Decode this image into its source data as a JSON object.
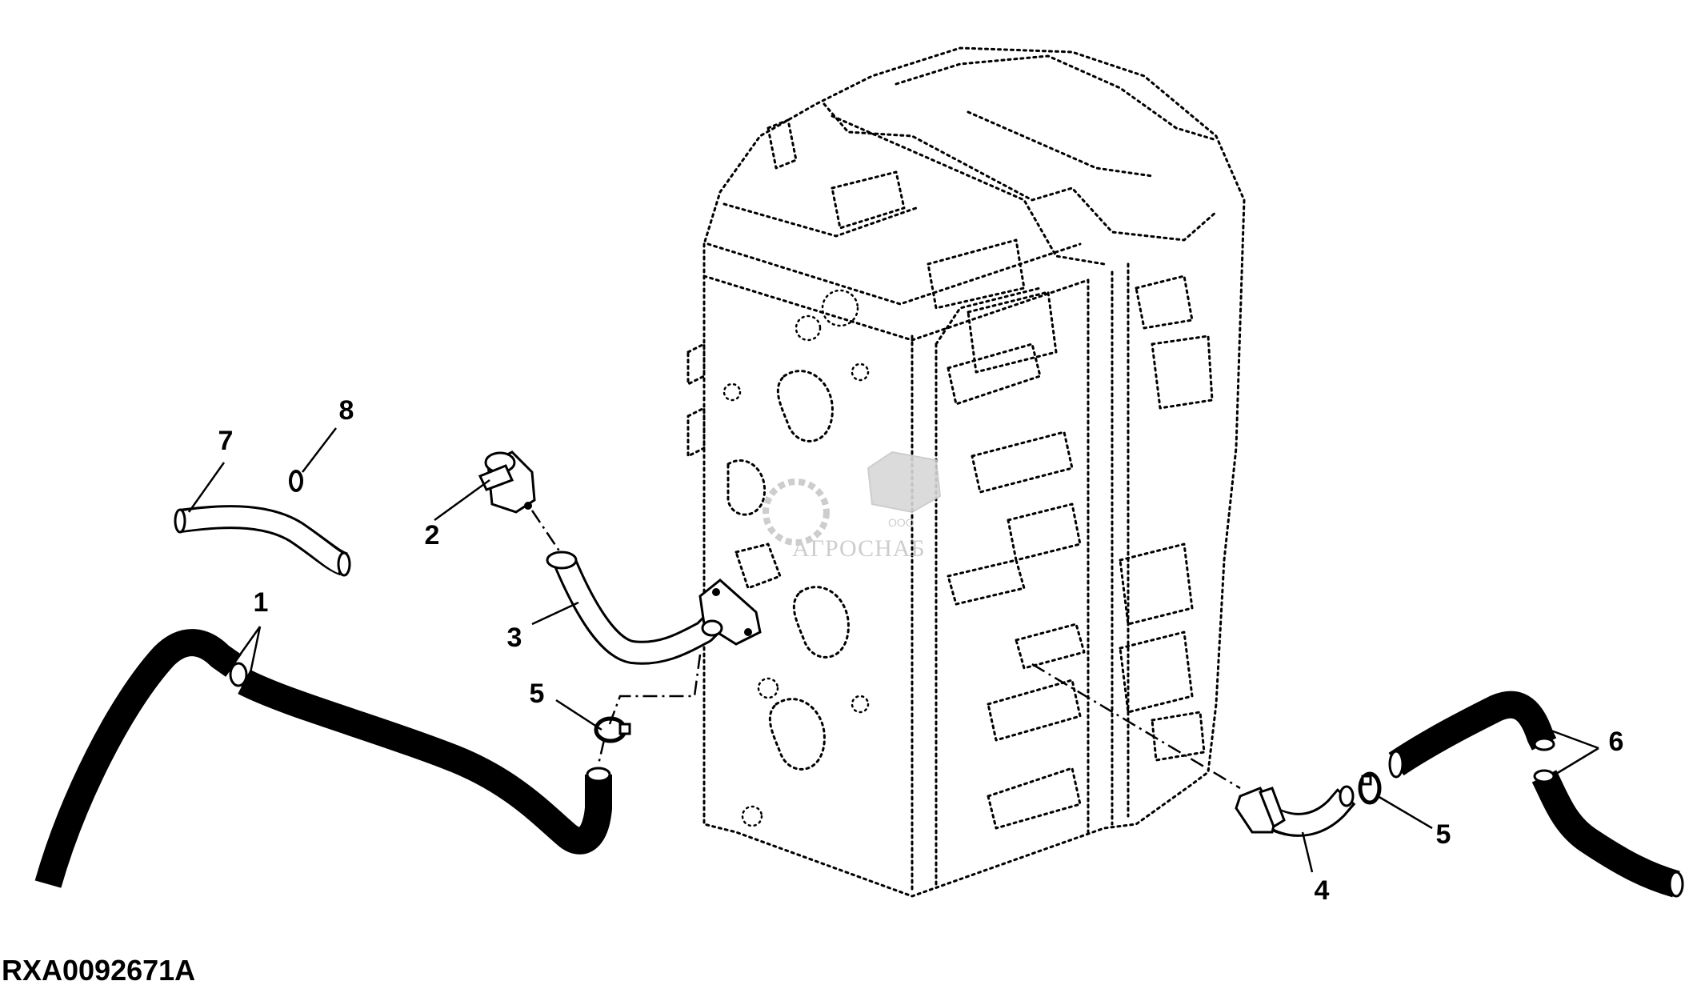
{
  "figure": {
    "reference_code": "RXA0092671A"
  },
  "callouts": [
    {
      "id": "1",
      "label": "1"
    },
    {
      "id": "2",
      "label": "2"
    },
    {
      "id": "3",
      "label": "3"
    },
    {
      "id": "4",
      "label": "4"
    },
    {
      "id": "5a",
      "label": "5"
    },
    {
      "id": "5b",
      "label": "5"
    },
    {
      "id": "6",
      "label": "6"
    },
    {
      "id": "7",
      "label": "7"
    },
    {
      "id": "8",
      "label": "8"
    }
  ],
  "watermark": {
    "company_prefix": "ООО",
    "company_name": "АГРОСНАБ"
  },
  "colors": {
    "line": "#000000",
    "background": "#ffffff",
    "watermark": "#c8c8c8"
  }
}
